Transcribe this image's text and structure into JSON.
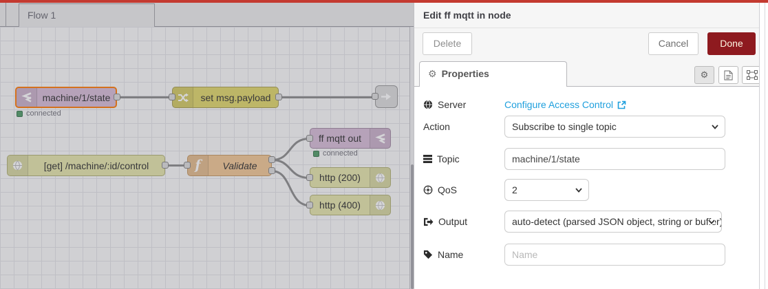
{
  "header": {
    "bar_color": "#c43a30"
  },
  "workspace": {
    "tab_label": "Flow 1",
    "nodes": [
      {
        "label": "machine/1/state",
        "type": "mqtt in",
        "status": "connected",
        "selected": true
      },
      {
        "label": "set msg.payload",
        "type": "change"
      },
      {
        "label": "",
        "type": "link out"
      },
      {
        "label": "[get] /machine/:id/control",
        "type": "http in"
      },
      {
        "label": "Validate",
        "type": "function"
      },
      {
        "label": "ff mqtt out",
        "type": "mqtt out",
        "status": "connected"
      },
      {
        "label": "http (200)",
        "type": "http response"
      },
      {
        "label": "http (400)",
        "type": "http response"
      }
    ],
    "colors": {
      "mqtt_node": "#d8bfd8",
      "change_node": "#e2d96e",
      "http_node": "#e7e7ae",
      "function_node": "#f3c998",
      "link_node": "#dddddd",
      "selected_border": "#ff7f0e",
      "status_green": "#56a06d"
    }
  },
  "panel": {
    "title": "Edit ff mqtt in node",
    "delete_label": "Delete",
    "cancel_label": "Cancel",
    "done_label": "Done",
    "done_color": "#8e1a1f",
    "tab_label": "Properties",
    "fields": {
      "server": {
        "label": "Server",
        "link_text": "Configure Access Control",
        "link_color": "#1e9fdd"
      },
      "action": {
        "label": "Action",
        "value": "Subscribe to single topic"
      },
      "topic": {
        "label": "Topic",
        "value": "machine/1/state"
      },
      "qos": {
        "label": "QoS",
        "value": "2"
      },
      "output": {
        "label": "Output",
        "value": "auto-detect (parsed JSON object, string or buffer)"
      },
      "name": {
        "label": "Name",
        "placeholder": "Name"
      }
    }
  },
  "icons": {
    "tab_icon": "gear-icon",
    "sidebar_buttons": [
      "gear-icon",
      "document-icon",
      "group-select-icon"
    ],
    "gear_glyph": "⚙"
  }
}
